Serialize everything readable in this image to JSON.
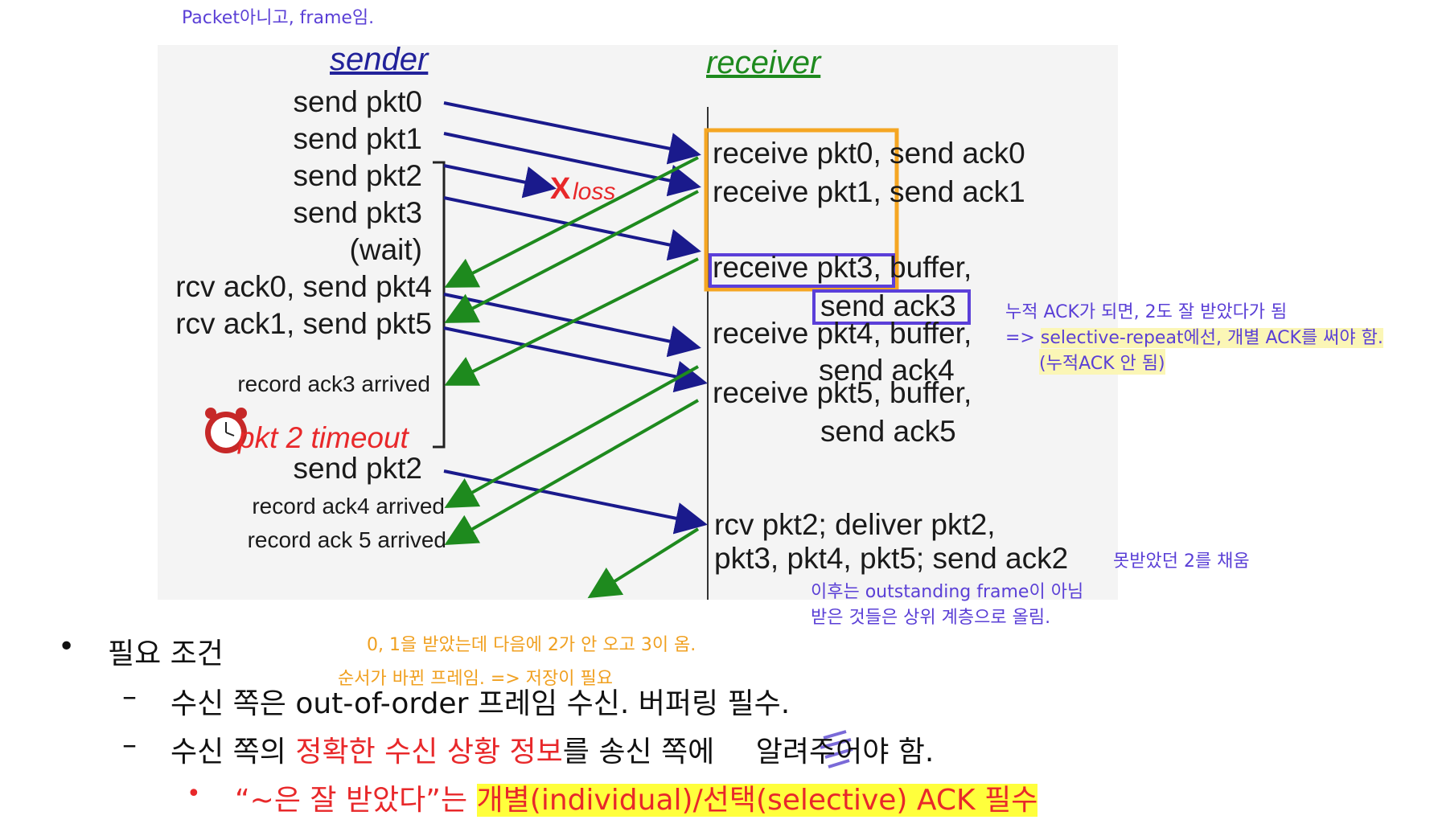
{
  "top_note": "Packet아니고, frame임.",
  "diagram": {
    "sender_title": "sender",
    "receiver_title": "receiver",
    "sender_events": [
      "send  pkt0",
      "send  pkt1",
      "send  pkt2",
      "send  pkt3",
      "(wait)",
      "rcv ack0, send pkt4",
      "rcv ack1, send pkt5",
      "record ack3 arrived",
      "pkt 2 timeout",
      "send  pkt2",
      "record ack4 arrived",
      "record ack 5 arrived"
    ],
    "loss_mark": "X",
    "loss_label": "loss",
    "receiver_events": [
      "receive pkt0, send ack0",
      "receive pkt1, send ack1",
      "receive pkt3, buffer,",
      "send ack3",
      "receive pkt4, buffer,",
      "send ack4",
      "receive pkt5, buffer,",
      "send ack5",
      "rcv pkt2; deliver pkt2,",
      "pkt3, pkt4, pkt5; send ack2"
    ]
  },
  "annotations": {
    "cumulative_1": "누적 ACK가 되면, 2도 잘 받았다가 됨",
    "cumulative_2_prefix": "=> ",
    "cumulative_2_hl": "selective-repeat에선, 개별 ACK를 써야 함.",
    "cumulative_3": "(누적ACK 안 됨)",
    "fill": "못받았던 2를 채움",
    "after_1": "이후는 outstanding frame이 아님",
    "after_2": "받은 것들은 상위 계층으로 올림.",
    "order_1": "0, 1을 받았는데 다음에 2가 안 오고 3이 옴.",
    "order_2": "순서가 바뀐 프레임. => 저장이 필요"
  },
  "bullets": {
    "main_marker": "•",
    "main": "필요 조건",
    "dash": "–",
    "sub1": "수신 쪽은 out-of-order 프레임 수신. 버퍼링 필수.",
    "sub2_a": "수신 쪽의 ",
    "sub2_red": "정확한 수신 상황 정보",
    "sub2_b": "를 송신 쪽에",
    "sub2_c": " 알려주어야 함.",
    "dot": "•",
    "sub3_red": "“~은 잘 받았다”는",
    "sub3_hl": "개별(individual)/선택(selective) ACK 필수"
  },
  "colors": {
    "blue_arrow": "#1a1a8c",
    "green_arrow": "#1e8a1e",
    "orange_box": "#f5a623",
    "purple_box": "#5b3fd9",
    "red": "#e8282a",
    "highlight": "#ffff3c"
  }
}
